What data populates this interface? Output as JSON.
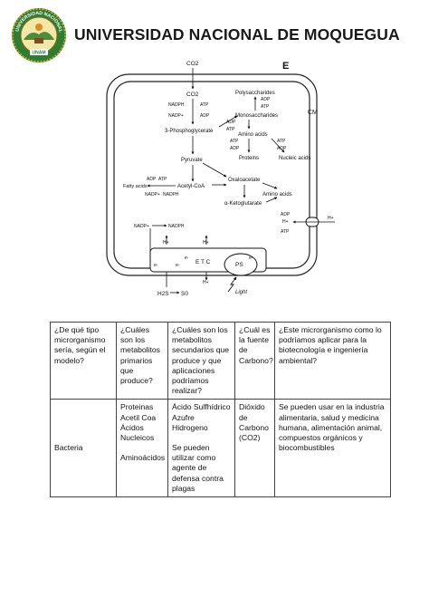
{
  "header": {
    "title": "UNIVERSIDAD NACIONAL DE MOQUEGUA",
    "logo_ring_text": "UNIVERSIDAD NACIONAL",
    "logo_bottom_text": "UNAM"
  },
  "figure": {
    "panel_letter": "E",
    "cm_label": "CM",
    "co2_top": "CO2",
    "co2_inner": "CO2",
    "nadph_1": "NADPH",
    "atp_1": "ATP",
    "nadp_1": "NADP+",
    "adp_1": "ADP",
    "phosphoglycerate": "3-Phosphoglycerate",
    "pyruvate": "Pyruvate",
    "fatty_acids": "Fatty acids",
    "adp_2": "ADP",
    "atp_2": "ATP",
    "nadp_2": "NADP+",
    "nadph_2": "NADPH",
    "acetyl_coa": "Acetyl-CoA",
    "polysaccharides": "Polysaccharides",
    "adp_3": "ADP",
    "atp_3": "ATP",
    "monosaccharides": "Monosaccharides",
    "adp_4": "ADP",
    "atp_4": "ATP",
    "amino_acids_1": "Amino acids",
    "atp_5": "ATP",
    "adp_5": "ADP",
    "atp_6": "ATP",
    "adp_6": "ADP",
    "proteins": "Proteins",
    "nucleic_acids": "Nucleic acids",
    "oxaloacetate": "Oxaloacetate",
    "amino_acids_2": "Amino acids",
    "ketoglutarate": "α-Ketoglutarate",
    "nadp_3": "NADP+",
    "nadph_3": "NADPH",
    "adp_7": "ADP",
    "h_plus_1": "H+",
    "atp_7": "ATP",
    "h_plus_2": "H+",
    "h_plus_3": "H+",
    "h_plus_4": "H+",
    "h_plus_5": "H+",
    "etc": "E T C",
    "e_minus_1": "e-",
    "e_minus_2": "e-",
    "e_minus_3": "e-",
    "e_minus_4": "e-",
    "ps": "PS",
    "h2s": "H2S",
    "s0": "S0",
    "light": "Light"
  },
  "table": {
    "headers": [
      "¿De qué tipo microrganismo sería, según el modelo?",
      "¿Cuáles son los metabolitos primarios que produce?",
      "¿Cuáles son los metabolitos secundarios que produce y que aplicaciones podríamos realizar?",
      "¿Cuál es la fuente de Carbono?",
      "¿Este microrganismo como lo podríamos aplicar para la biotecnología e ingeniería ambiental?"
    ],
    "row": {
      "type": "Bacteria",
      "primary": [
        "Proteinas",
        "Acetil Coa",
        "Ácidos",
        "Nucleicos",
        "",
        "Aminoácidos"
      ],
      "secondary": [
        "Ácido Sulfhídrico",
        "Azufre",
        "Hidrogeno",
        "",
        "Se pueden utilizar como agente de defensa contra plagas"
      ],
      "carbon": "Dióxido de Carbono (CO2)",
      "application": "Se pueden usar en la industria alimentaria, salud y medicina humana, alimentación animal, compuestos orgánicos y biocombustibles"
    }
  }
}
